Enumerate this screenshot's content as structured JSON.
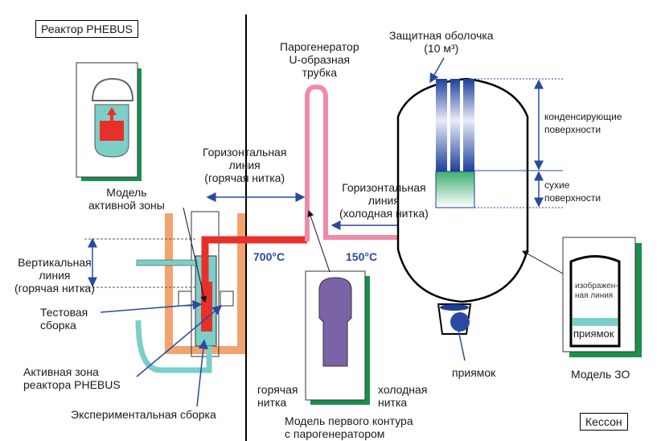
{
  "title_boxes": {
    "reactor": "Реактор PHEBUS",
    "caisson": "Кессон"
  },
  "labels": {
    "core_model": [
      "Модель",
      "активной зоны"
    ],
    "vertical_line": [
      "Вертикальная",
      "линия",
      "(горячая нитка)"
    ],
    "test_assembly": [
      "Тестовая",
      "сборка"
    ],
    "phebus_core": [
      "Активная зона",
      "реактора PHEBUS"
    ],
    "experimental_assembly": "Экспериментальная сборка",
    "hot_leg_horizontal": [
      "Горизонтальная",
      "линия",
      "(горячая нитка)"
    ],
    "steam_generator": [
      "Парогенератор",
      "U-образная",
      "трубка"
    ],
    "cold_leg_horizontal": [
      "Горизонтальная",
      "линия",
      "(холодная нитка)"
    ],
    "containment": [
      "Защитная оболочка",
      "(10 м³)"
    ],
    "condensing_surfaces": [
      "конденсирующие",
      "поверхности"
    ],
    "dry_surfaces": [
      "сухие",
      "поверхности"
    ],
    "sump": "приямок",
    "containment_model": "Модель ЗО",
    "containment_model_inner": [
      "изображен-",
      "ная линия"
    ],
    "containment_model_sump": "приямок",
    "primary_circuit_model": [
      "Модель первого контура",
      "с парогенератором"
    ],
    "hot_leg": [
      "горячая",
      "нитка"
    ],
    "cold_leg": [
      "холодная",
      "нитка"
    ]
  },
  "temperatures": {
    "hot": "700°C",
    "cold": "150°C"
  },
  "colors": {
    "hot_pipe": "#e8302a",
    "cold_pipe": "#f08aa8",
    "coolant": "#7ccfc8",
    "vessel": "#f2a470",
    "condenser": "#1c3f9a",
    "dry": "#7fcf9a",
    "accent_arrow": "#2a4aa0",
    "sg_model": "#7b63a8",
    "shadow": "#1a8f50"
  }
}
